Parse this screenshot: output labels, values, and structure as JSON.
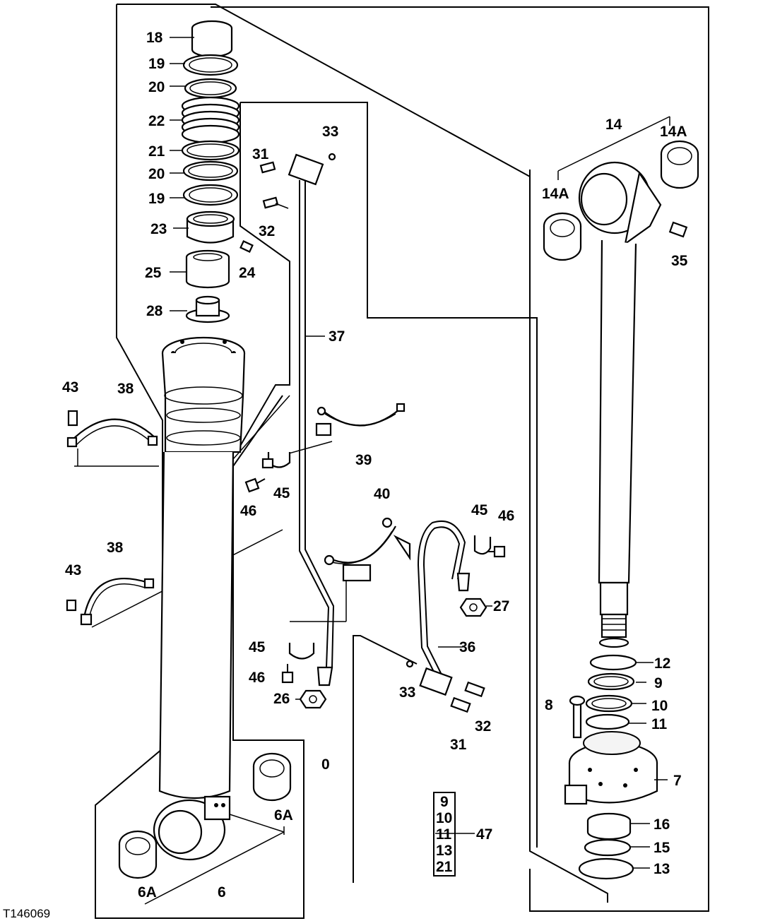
{
  "figure_id": "T146069",
  "callouts": {
    "c18": "18",
    "c19a": "19",
    "c20a": "20",
    "c22": "22",
    "c21": "21",
    "c20b": "20",
    "c19b": "19",
    "c23": "23",
    "c24": "24",
    "c25": "25",
    "c28": "28",
    "c33a": "33",
    "c31a": "31",
    "c32a": "32",
    "c37": "37",
    "c43a": "43",
    "c38a": "38",
    "c39": "39",
    "c45a": "45",
    "c46a": "46",
    "c40": "40",
    "c45b": "45",
    "c46b": "46",
    "c38b": "38",
    "c43b": "43",
    "c27": "27",
    "c36": "36",
    "c45c": "45",
    "c46c": "46",
    "c26": "26",
    "c33b": "33",
    "c32b": "32",
    "c31b": "31",
    "c0": "0",
    "c6Aa": "6A",
    "c6Ab": "6A",
    "c6": "6",
    "c14": "14",
    "c14Aa": "14A",
    "c14Ab": "14A",
    "c35": "35",
    "c12": "12",
    "c9": "9",
    "c8": "8",
    "c10": "10",
    "c11": "11",
    "c7": "7",
    "c16": "16",
    "c15": "15",
    "c13": "13",
    "c47": "47"
  },
  "kit": {
    "items": [
      "9",
      "10",
      "11",
      "13",
      "21"
    ],
    "label": "47"
  }
}
